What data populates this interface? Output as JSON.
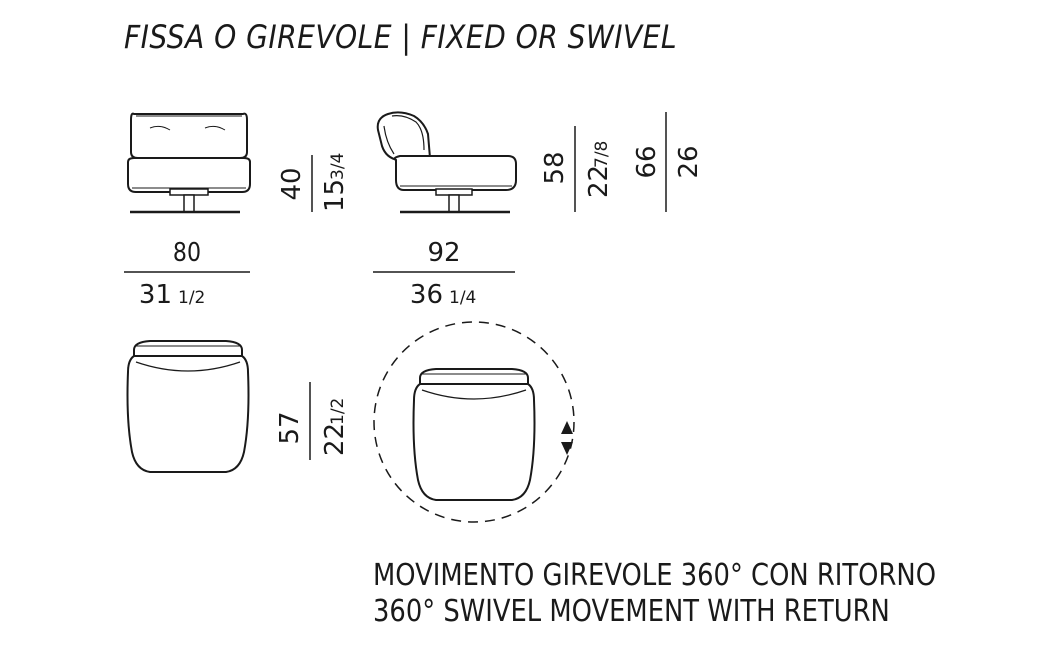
{
  "title": "FISSA O GIREVOLE | FIXED OR SWIVEL",
  "dimensions": {
    "front_width_cm": "80",
    "front_width_in_whole": "31",
    "front_width_in_frac": "1/2",
    "side_depth_cm": "92",
    "side_depth_in_whole": "36",
    "side_depth_in_frac": "1/4",
    "seat_height_cm": "40",
    "seat_height_in_whole": "15",
    "seat_height_in_frac": "3/4",
    "back_height_cm": "58",
    "back_height_in_whole": "22",
    "back_height_in_frac": "7/8",
    "total_height_cm": "66",
    "total_height_in": "26",
    "top_depth_cm": "57",
    "top_depth_in_whole": "22",
    "top_depth_in_frac": "1/2"
  },
  "caption": {
    "line_it": "MOVIMENTO GIREVOLE 360° CON RITORNO",
    "line_en": "360° SWIVEL MOVEMENT WITH RETURN"
  }
}
